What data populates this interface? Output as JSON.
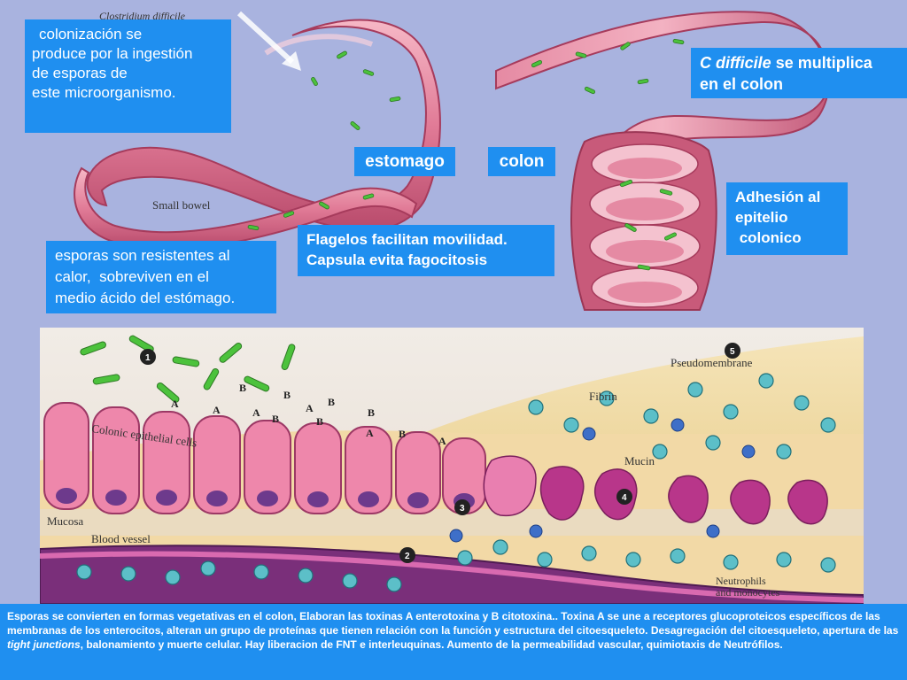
{
  "callouts": {
    "colonization": [
      "colonización se",
      "produce por la ingestión",
      "de esporas de",
      "este microorganismo."
    ],
    "multiplica_italic": "C difficile",
    "multiplica_rest": " se multiplica",
    "multiplica_line2": "en el colon",
    "adhesion": [
      "Adhesión al",
      "epitelio",
      " colonico"
    ],
    "flagelos": [
      "Flagelos facilitan movilidad.",
      "Capsula evita fagocitosis"
    ],
    "esporas": [
      "esporas son resistentes al",
      "calor,  sobreviven en el",
      "medio ácido del estómago."
    ]
  },
  "tags": {
    "estomago": "estomago",
    "colon": "colon"
  },
  "figure_labels": {
    "top_title": "Clostridium difficile",
    "small_bowel": "Small bowel",
    "colonic_cells": "Colonic epithelial cells",
    "mucosa": "Mucosa",
    "blood_vessel": "Blood vessel",
    "pseudomembrane": "Pseudomembrane",
    "fibrin": "Fibrin",
    "mucin": "Mucin",
    "neutrophils_1": "Neutrophils",
    "neutrophils_2": "and monocytes",
    "toxin_a": "A",
    "toxin_b": "B",
    "step_1": "1",
    "step_2": "2",
    "step_3": "3",
    "step_4": "4",
    "step_5": "5"
  },
  "footer": {
    "p1": "Esporas  se convierten en formas vegetativas en el colon, Elaboran las toxinas  A enterotoxina y B citotoxina.. Toxina A se une a receptores glucoproteicos específicos de las membranas de los enterocitos, alteran  un grupo de proteínas que tienen relación con la función y estructura del citoesqueleto. Desagregación del citoesqueleto, apertura de las ",
    "italic": "tight junctions",
    "p2": ", balonamiento y muerte celular. Hay liberacion de FNT e interleuquinas. Aumento de la permeabilidad vascular, quimiotaxis de Neutrófilos."
  },
  "colors": {
    "background": "#a9b3df",
    "callout": "#1f8ff0",
    "tissue_pink": "#e07a95",
    "bacteria_green": "#4cc23c"
  }
}
